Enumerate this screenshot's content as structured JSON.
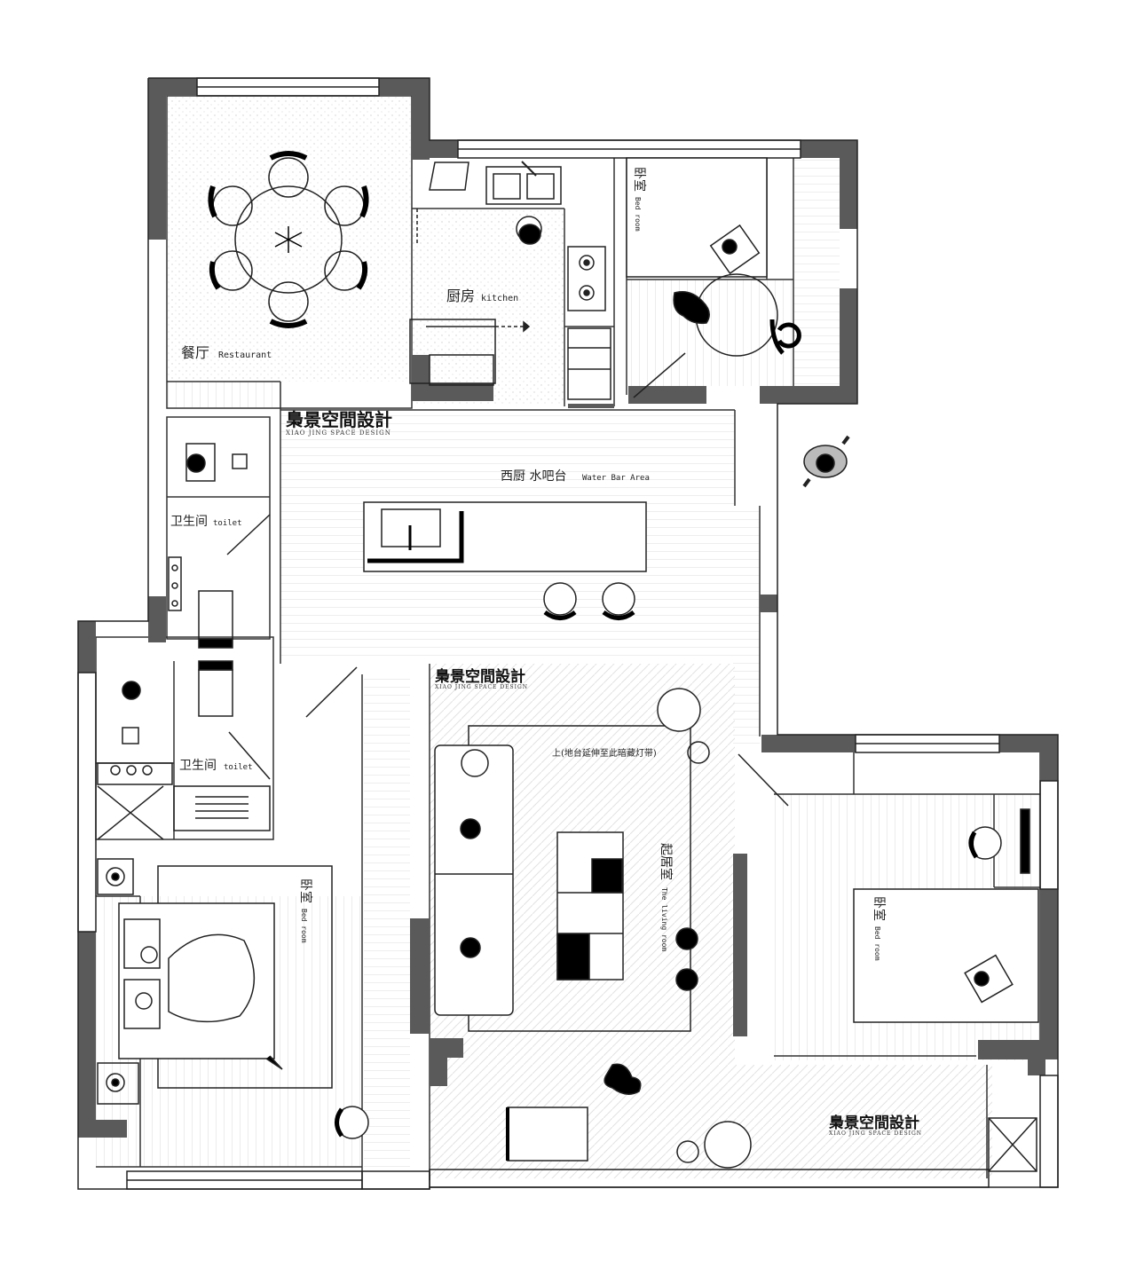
{
  "rooms": {
    "restaurant": {
      "zh": "餐厅",
      "en": "Restaurant"
    },
    "kitchen": {
      "zh": "厨房",
      "en": "kitchen"
    },
    "bedroom_top": {
      "zh": "卧室",
      "en": "Bed room"
    },
    "water_bar": {
      "zh": "西厨 水吧台",
      "en": "Water Bar Area"
    },
    "toilet_upper": {
      "zh": "卫生间",
      "en": "toilet"
    },
    "toilet_lower": {
      "zh": "卫生间",
      "en": "toilet"
    },
    "bedroom_left": {
      "zh": "卧室",
      "en": "Bed room"
    },
    "living": {
      "zh": "起居室",
      "en": "The living room"
    },
    "bedroom_right": {
      "zh": "卧室",
      "en": "Bed room"
    }
  },
  "annotations": {
    "living_note": "上(地台延伸至此暗藏灯带)"
  },
  "brand": {
    "name": "梟景空間設計",
    "sub": "XIAO JING SPACE DESIGN"
  },
  "colors": {
    "wall": "#5a5a5a",
    "line": "#333333",
    "furniture": "#000000"
  }
}
